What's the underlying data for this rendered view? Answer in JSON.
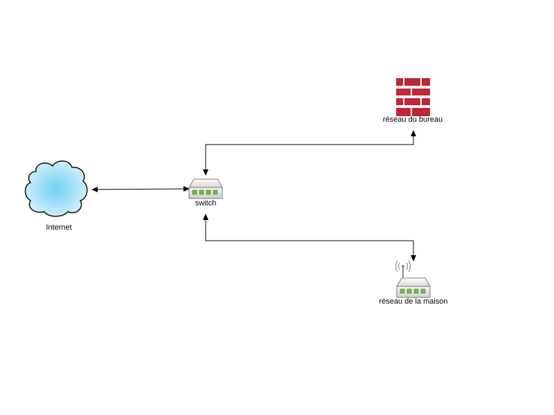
{
  "diagram": {
    "nodes": {
      "internet": {
        "label": "Internet",
        "icon": "cloud-icon",
        "fill_color": "#8fd3f4"
      },
      "switch": {
        "label": "switch",
        "icon": "network-switch-icon",
        "port_color": "#7ab648"
      },
      "office_network": {
        "label": "réseau du bureau",
        "icon": "firewall-brick-icon",
        "brick_color": "#c0263a"
      },
      "home_network": {
        "label": "réseau de la maison",
        "icon": "wireless-router-icon",
        "port_color": "#7ab648"
      }
    },
    "connections": [
      {
        "from": "internet",
        "to": "switch",
        "arrows": "both"
      },
      {
        "from": "switch",
        "to": "office_network",
        "arrows": "both"
      },
      {
        "from": "switch",
        "to": "home_network",
        "arrows": "both"
      }
    ]
  }
}
